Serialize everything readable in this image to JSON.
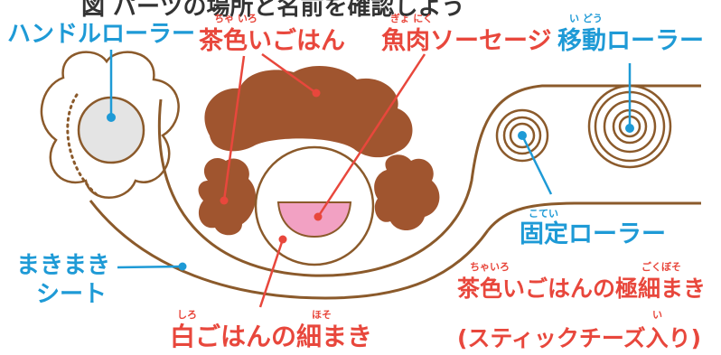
{
  "top_caption": "図 パーツの場所と名前を確認しよう",
  "labels": {
    "handle_roller": "ハンドルローラー",
    "brown_rice": "茶色いごはん",
    "brown_rice_ruby": "ちゃ いろ",
    "fish_sausage": "魚肉ソーセージ",
    "fish_sausage_ruby": "ぎょ にく",
    "moving_roller": "移動ローラー",
    "moving_roller_ruby": "い どう",
    "fixed_roller": "固定ローラー",
    "fixed_roller_ruby": "こてい",
    "rolling_sheet_1": "まきまき",
    "rolling_sheet_2": "シート",
    "white_rice_roll": "白ごはんの細まき",
    "white_rice_roll_ruby_1": "しろ",
    "white_rice_roll_ruby_2": "ほそ",
    "brown_thin_roll": "茶色いごはんの極細まき",
    "brown_thin_roll_ruby_1": "ちゃいろ",
    "brown_thin_roll_ruby_2": "ごくぼそ",
    "cheese_stick_note": "(スティックチーズ入り)",
    "cheese_stick_ruby": "い"
  },
  "colors": {
    "blue_label": "#1e9ad6",
    "red_label": "#e8473c",
    "brown_line": "#8b5a2b",
    "brown_rice": "#a0552f",
    "sausage_pink": "#f2a1c3",
    "roller_gray": "#e4e4e4"
  }
}
